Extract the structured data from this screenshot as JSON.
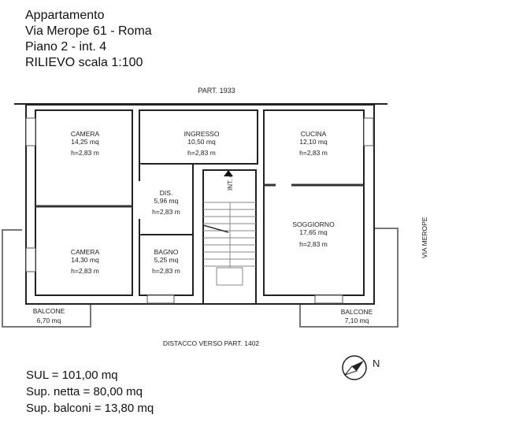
{
  "header": {
    "line1": "Appartamento",
    "line2": "Via Merope 61 - Roma",
    "line3": "Piano 2 - int. 4",
    "line4": "RILIEVO scala 1:100"
  },
  "plan": {
    "top_label": "PART. 1933",
    "bottom_label": "DISTACCO VERSO PART. 1402",
    "side_label": "VIA MEROPE",
    "stair_label": "INT. 4",
    "north_label": "N",
    "rooms": [
      {
        "name": "CAMERA",
        "area": "14,25 mq",
        "height": "h=2,83 m"
      },
      {
        "name": "INGRESSO",
        "area": "10,50 mq",
        "height": "h=2,83 m"
      },
      {
        "name": "CUCINA",
        "area": "12,10 mq",
        "height": "h=2,83 m"
      },
      {
        "name": "DIS.",
        "area": "5,96 mq",
        "height": "h=2,83 m"
      },
      {
        "name": "SOGGIORNO",
        "area": "17,65 mq",
        "height": "h=2,83 m"
      },
      {
        "name": "CAMERA",
        "area": "14,30 mq",
        "height": "h=2,83 m"
      },
      {
        "name": "BAGNO",
        "area": "5,25 mq",
        "height": "h=2,83 m"
      }
    ],
    "balconies": [
      {
        "name": "BALCONE",
        "area": "6,70 mq"
      },
      {
        "name": "BALCONE",
        "area": "7,10 mq"
      }
    ]
  },
  "summary": {
    "sul": "SUL = 101,00 mq",
    "netta": "Sup. netta = 80,00 mq",
    "balconi": "Sup. balconi = 13,80 mq"
  }
}
